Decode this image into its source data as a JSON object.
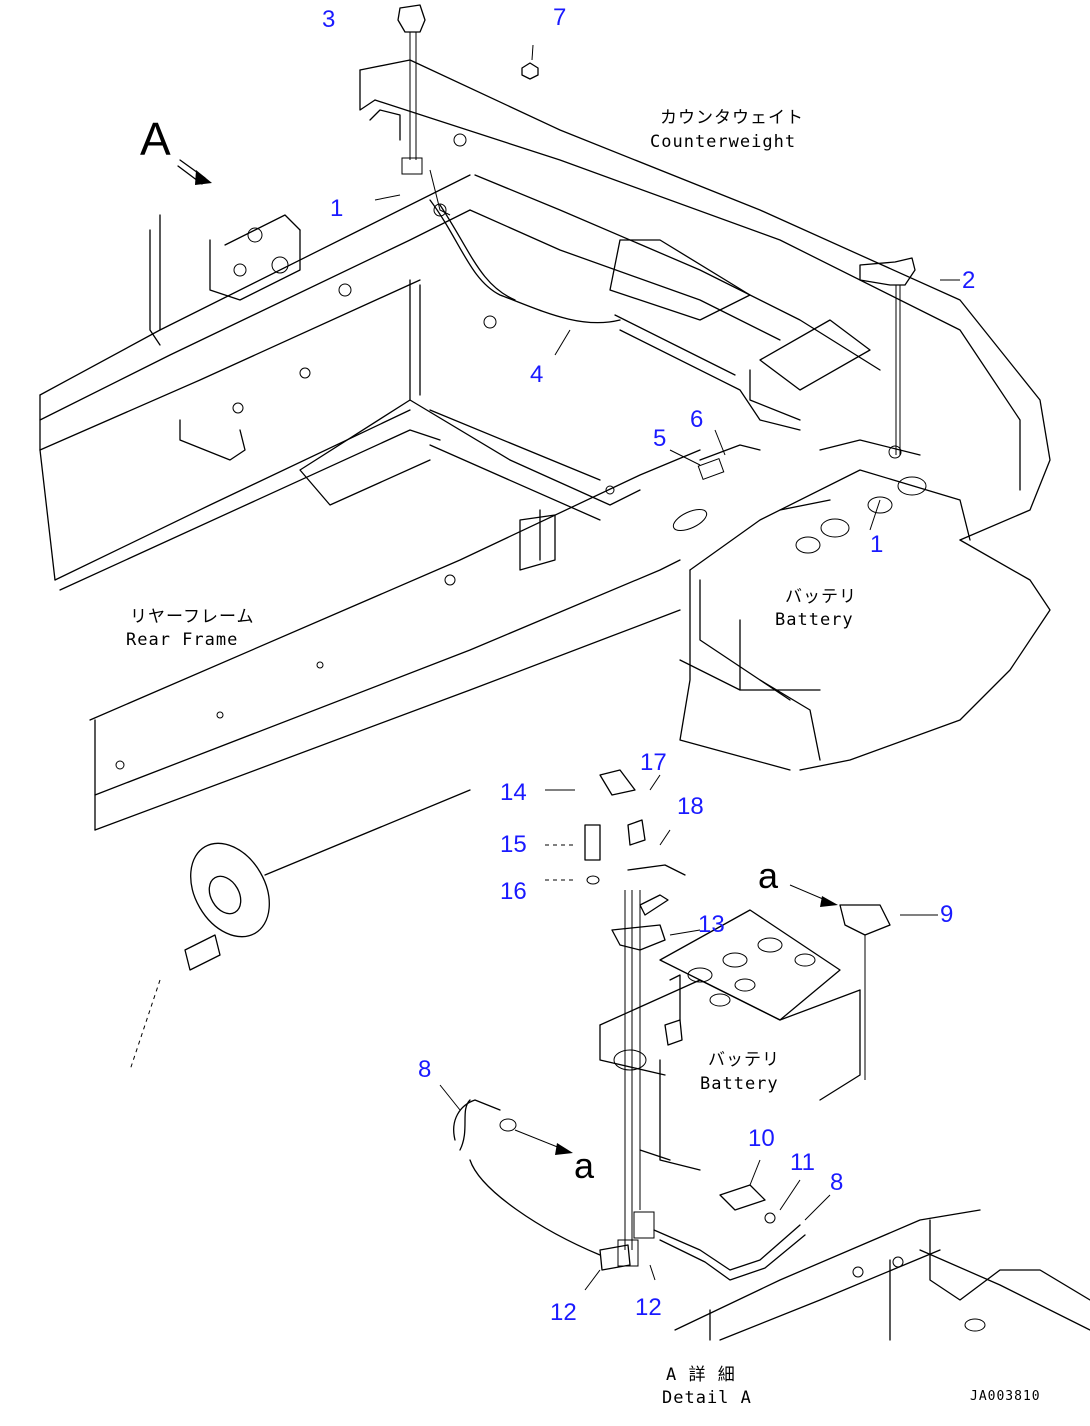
{
  "labels": {
    "counterweight_jp": "カウンタウェイト",
    "counterweight_en": "Counterweight",
    "rear_frame_jp": "リヤーフレーム",
    "rear_frame_en": "Rear Frame",
    "battery_jp": "バッテリ",
    "battery_en": "Battery",
    "battery2_jp": "バッテリ",
    "battery2_en": "Battery",
    "detail_jp": "A 詳 細",
    "detail_en": "Detail A",
    "view_marker": "A",
    "ref_a_1": "a",
    "ref_a_2": "a",
    "drawing_code": "JA003810"
  },
  "callouts": {
    "c3": "3",
    "c7": "7",
    "c1a": "1",
    "c2": "2",
    "c4": "4",
    "c5": "5",
    "c6": "6",
    "c1b": "1",
    "c14": "14",
    "c17": "17",
    "c18": "18",
    "c15": "15",
    "c16": "16",
    "c13": "13",
    "c9": "9",
    "c8a": "8",
    "c10": "10",
    "c11": "11",
    "c8b": "8",
    "c12a": "12",
    "c12b": "12"
  },
  "colors": {
    "callout": "#1a1aff",
    "line": "#000000",
    "background": "#ffffff"
  }
}
